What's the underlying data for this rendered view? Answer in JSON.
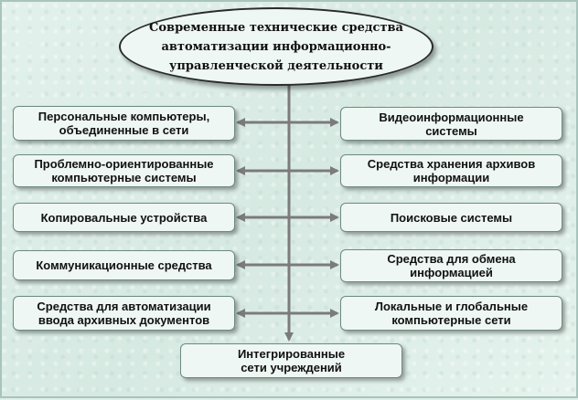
{
  "title": "Современные технические средства\nавтоматизации информационно-\nуправленческой деятельности",
  "left_items": [
    "Персональные компьютеры,\nобъединенные в сети",
    "Проблемно-ориентированные\nкомпьютерные системы",
    "Копировальные устройства",
    "Коммуникационные средства",
    "Средства для автоматизации\nввода архивных документов"
  ],
  "right_items": [
    "Видеоинформационные\nсистемы",
    "Средства хранения архивов\nинформации",
    "Поисковые системы",
    "Средства для обмена\nинформацией",
    "Локальные и глобальные\nкомпьютерные сети"
  ],
  "bottom_item": "Интегрированные\nсети учреждений",
  "colors": {
    "connector": "#7b7b7b",
    "box_fill": "#eef7f3",
    "background": "#dfeee9"
  }
}
